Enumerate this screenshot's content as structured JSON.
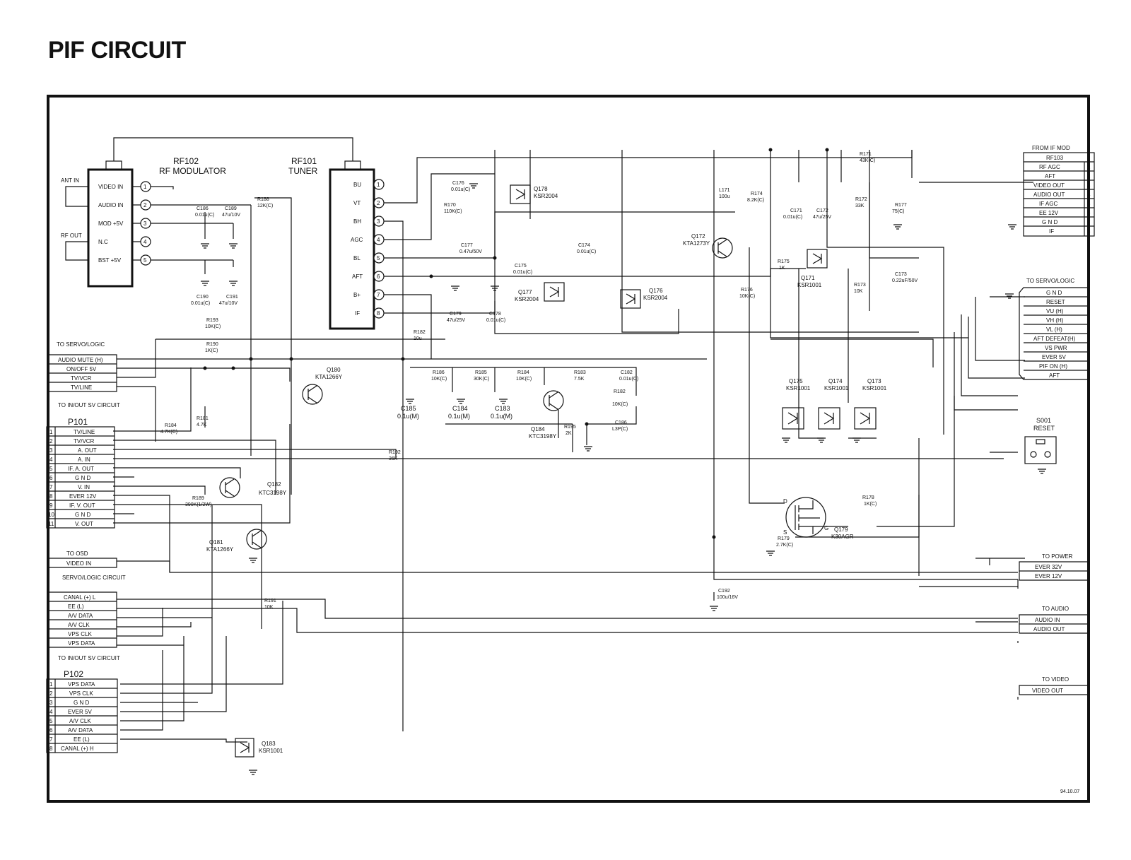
{
  "title": "PIF CIRCUIT",
  "doc_code": "94.10.07",
  "modules": {
    "rf102": {
      "ref": "RF102",
      "name": "RF MODULATOR",
      "pins": [
        "VIDEO IN",
        "AUDIO IN",
        "MOD +5V",
        "N.C",
        "BST +5V"
      ]
    },
    "rf101": {
      "ref": "RF101",
      "name": "TUNER",
      "pins": [
        "BU",
        "VT",
        "BH",
        "AGC",
        "BL",
        "AFT",
        "B+",
        "IF"
      ]
    },
    "ant_in": "ANT IN",
    "rf_out": "RF OUT"
  },
  "transistors": [
    {
      "ref": "Q178",
      "part": "KSR2004"
    },
    {
      "ref": "Q177",
      "part": "KSR2004"
    },
    {
      "ref": "Q176",
      "part": "KSR2004"
    },
    {
      "ref": "Q172",
      "part": "KTA1273Y"
    },
    {
      "ref": "Q171",
      "part": "KSR1001"
    },
    {
      "ref": "Q175",
      "part": "KSR1001"
    },
    {
      "ref": "Q174",
      "part": "KSR1001"
    },
    {
      "ref": "Q173",
      "part": "KSR1001"
    },
    {
      "ref": "Q179",
      "part": "K30AGR"
    },
    {
      "ref": "Q180",
      "part": "KTA1266Y"
    },
    {
      "ref": "Q181",
      "part": "KTA1266Y"
    },
    {
      "ref": "Q182",
      "part": "KTC3198Y"
    },
    {
      "ref": "Q183",
      "part": "KSR1001"
    },
    {
      "ref": "Q184",
      "part": "KTC3198Y"
    }
  ],
  "passives": {
    "C186": "0.01u(C)",
    "C189": "47u/10V",
    "R188": "12K(C)",
    "C190": "0.01u(C)",
    "C191": "47u/10V",
    "C176": "0.01u(C)",
    "R170": "110K(C)",
    "C177": "0.47u/50V",
    "C175": "0.01u(C)",
    "C174": "0.01u(C)",
    "C179": "47u/25V",
    "C178": "0.01u(C)",
    "L171": "100u",
    "R174": "8.2K(C)",
    "C171": "0.01u(C)",
    "C172": "47u/25V",
    "R171": "43K(C)",
    "R172": "33K",
    "R177": "75(C)",
    "R175": "1K",
    "R176": "10K(C)",
    "R173": "10K",
    "C173": "0.22uF/50V",
    "R193": "10K(C)",
    "R190": "1K(C)",
    "R184": "4.7K(C)",
    "R181": "4.7K",
    "L182": "10u",
    "R186": "10K(C)",
    "R185": "30K(C)",
    "R184b": "10K(C)",
    "R183": "7.5K",
    "C182": "0.01u(C)",
    "R182": "10K(C)",
    "C186b": "L3P(C)",
    "R195": "2K",
    "C185": "0.1u(M)",
    "C184": "0.1u(M)",
    "C183": "0.1u(M)",
    "R192": "36K",
    "R189": "390K(1/2W)",
    "R191": "10K",
    "R178": "1K(C)",
    "R179": "2.7K(C)",
    "C192": "100u/16V"
  },
  "switch": {
    "ref": "S001",
    "name": "RESET"
  },
  "groups": {
    "from_if_mod": {
      "heading": "FROM IF MOD",
      "connector": "RF103",
      "pins": [
        "RF AGC",
        "AFT",
        "VIDEO OUT",
        "AUDIO OUT",
        "IF AGC",
        "EE 12V",
        "G N D",
        "IF"
      ]
    },
    "to_servo_right": {
      "heading": "TO SERVO/LOGIC",
      "signals": [
        "G N D",
        "RESET",
        "VU (H)",
        "VH (H)",
        "VL (H)",
        "AFT DEFEAT(H)",
        "VS PWR",
        "EVER 5V",
        "PIF ON (H)",
        "AFT"
      ]
    },
    "to_power": {
      "heading": "TO POWER",
      "signals": [
        "EVER 32V",
        "EVER 12V"
      ]
    },
    "to_audio": {
      "heading": "TO AUDIO",
      "signals": [
        "AUDIO IN",
        "AUDIO OUT"
      ]
    },
    "to_video": {
      "heading": "TO VIDEO",
      "signals": [
        "VIDEO OUT"
      ]
    },
    "to_servo_left": {
      "heading": "TO SERVO/LOGIC",
      "signals": [
        "AUDIO MUTE (H)",
        "ON/OFF 5V",
        "TV/VCR",
        "TV/LINE"
      ]
    },
    "p101": {
      "heading": "TO IN/OUT SV CIRCUIT",
      "connector": "P101",
      "pins": [
        "TV/LINE",
        "TV/VCR",
        "A. OUT",
        "A. IN",
        "IF. A. OUT",
        "G N D",
        "V. IN",
        "EVER 12V",
        "IF. V. OUT",
        "G N D",
        "V. OUT"
      ]
    },
    "to_osd": {
      "heading": "TO OSD",
      "signals": [
        "VIDEO IN"
      ]
    },
    "servo_logic_circuit": {
      "heading": "SERVO/LOGIC CIRCUIT",
      "signals": [
        "CANAL (+) L",
        "EE (L)",
        "A/V DATA",
        "A/V CLK",
        "VPS CLK",
        "VPS DATA"
      ]
    },
    "p102": {
      "heading": "TO IN/OUT SV CIRCUIT",
      "connector": "P102",
      "pins": [
        "VPS DATA",
        "VPS CLK",
        "G N D",
        "EVER 5V",
        "A/V CLK",
        "A/V DATA",
        "EE (L)",
        "CANAL (+) H"
      ]
    }
  }
}
